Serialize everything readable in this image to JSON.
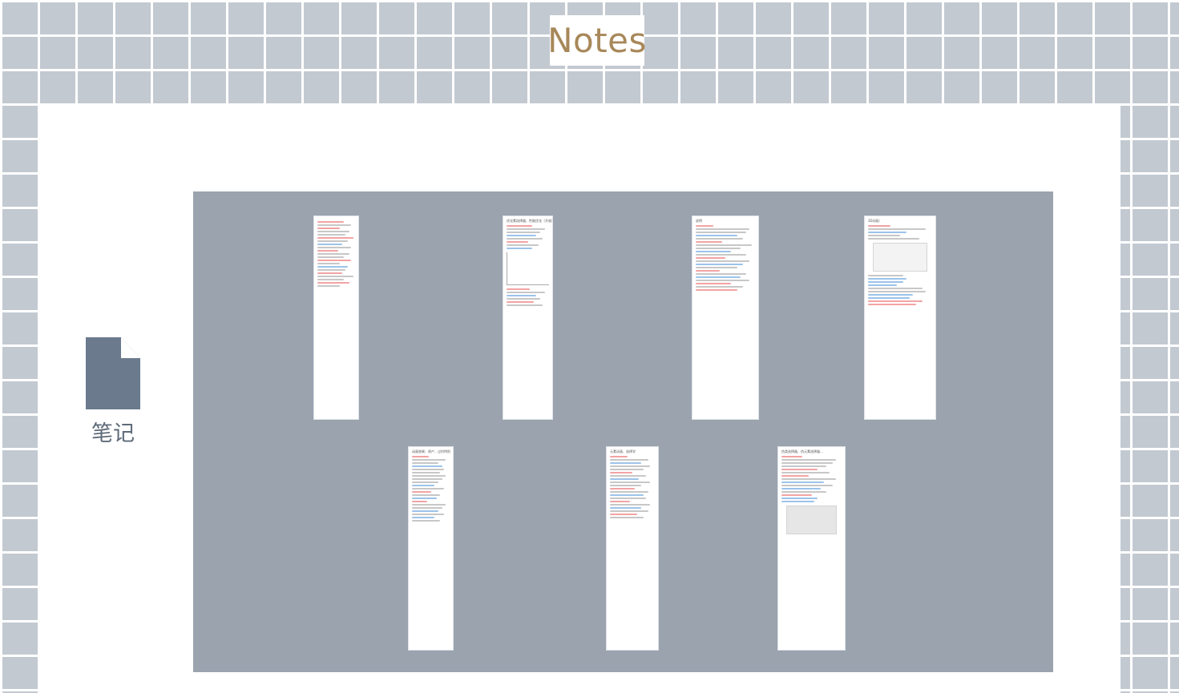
{
  "header": {
    "title": "Notes"
  },
  "nav": {
    "notes_label": "笔记",
    "notes_icon": "file-icon"
  },
  "thumbnails": [
    {
      "title": ""
    },
    {
      "title": "优化素选择器、性能优化（开放）"
    },
    {
      "title": "说明"
    },
    {
      "title": "3D动画："
    },
    {
      "title": "动画效果、原产、过时特别"
    },
    {
      "title": "元素动画、选择学"
    },
    {
      "title": "伪类选择器、伪元素选择器..."
    }
  ],
  "colors": {
    "background": "#c3c9d1",
    "grid_lines": "#ffffff",
    "gallery_background": "#9aa3ae",
    "title_text": "#a8885a",
    "icon": "#6b7a8d"
  }
}
